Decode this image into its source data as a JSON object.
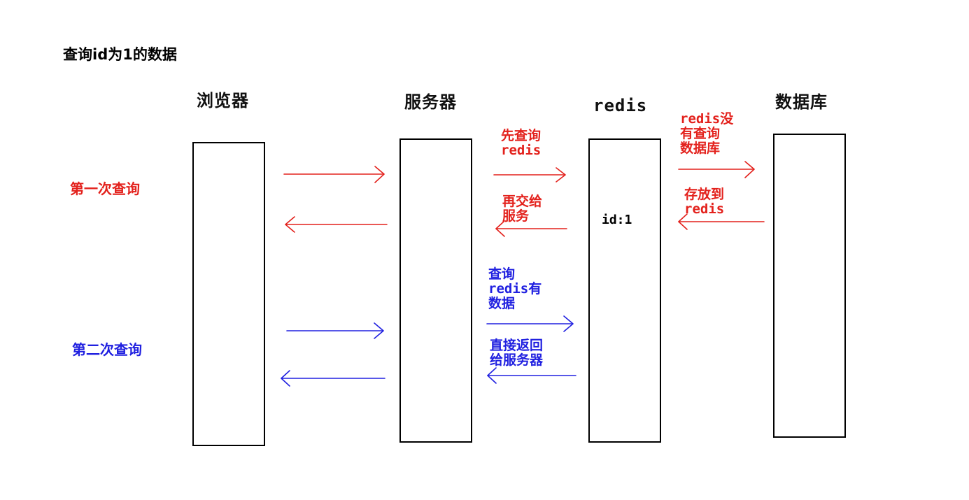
{
  "title": "查询id为1的数据",
  "columns": {
    "browser": "浏览器",
    "server": "服务器",
    "redis": "redis",
    "database": "数据库"
  },
  "rows": {
    "first_query": "第一次查询",
    "second_query": "第二次查询"
  },
  "annotations": {
    "query_redis_first": [
      "先查询",
      "redis"
    ],
    "redis_miss_query_db": [
      "redis没",
      "有查询",
      "数据库"
    ],
    "store_to_redis": [
      "存放到",
      "redis"
    ],
    "return_to_server": [
      "再交给",
      "服务"
    ],
    "query_redis_hit": [
      "查询",
      "redis有",
      "数据"
    ],
    "direct_return_server": [
      "直接返回",
      "给服务器"
    ]
  },
  "redis_content": "id:1",
  "colors": {
    "first_query": "#e3211c",
    "second_query": "#2020e0",
    "box_border": "#000000"
  }
}
